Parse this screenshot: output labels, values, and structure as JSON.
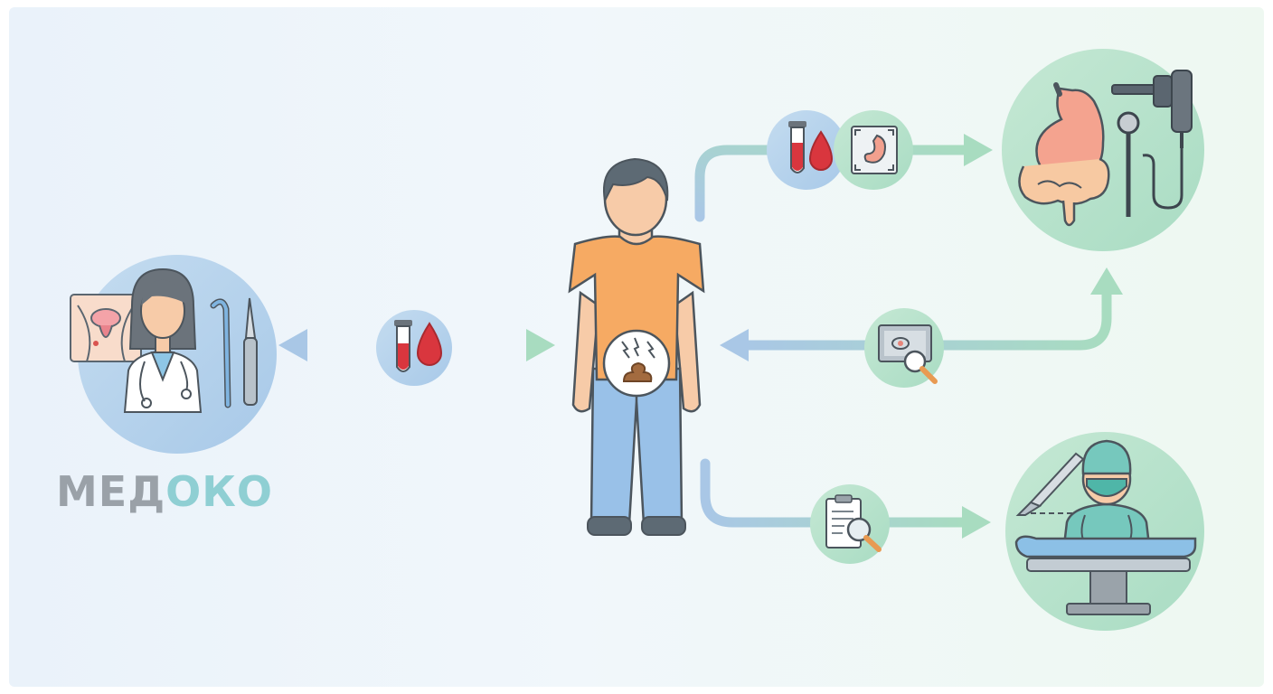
{
  "logo": {
    "part1": "МЕД",
    "part2": "О",
    "part3": "КО"
  },
  "colors": {
    "blue_circle": "#b7d3ec",
    "green_circle": "#bfe3cf",
    "arrow_blue": "#a9c7e6",
    "arrow_green": "#a8dcc0",
    "shirt": "#f6aa63",
    "pants": "#99c1e8",
    "skin": "#f7cba8",
    "hair": "#5d6a74",
    "logo_gray": "#9aa1a8",
    "logo_teal": "#8fcfd3"
  },
  "icons": {
    "left_hub": "proctologist-doctor-icon",
    "center": "patient-abdominal-pain-icon",
    "top_right_hub": "stomach-endoscope-icon",
    "bottom_right_hub": "surgeon-operating-table-icon",
    "badge_left": "blood-test-icon",
    "badge_top_1": "blood-test-icon",
    "badge_top_2": "stomach-scan-icon",
    "badge_middle": "monitor-magnifier-icon",
    "badge_bottom": "clipboard-magnifier-icon"
  }
}
